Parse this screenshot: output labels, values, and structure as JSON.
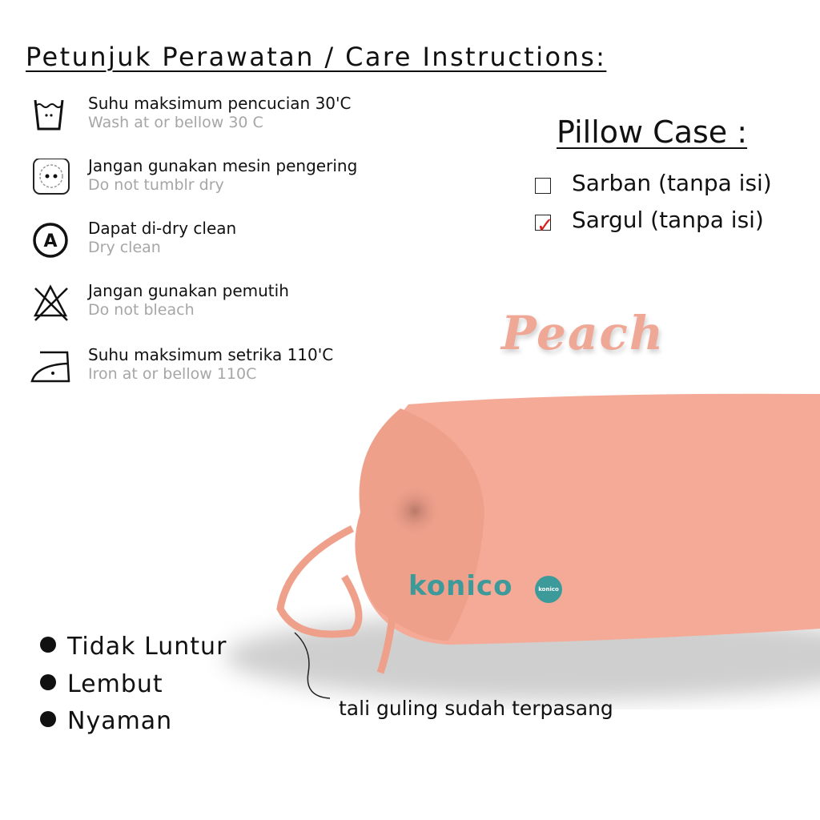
{
  "title": "Petunjuk Perawatan / Care Instructions:",
  "care_items": [
    {
      "icon": "wash-30-icon",
      "main": "Suhu maksimum pencucian 30'C",
      "sub": "Wash at or bellow 30 C"
    },
    {
      "icon": "no-tumble-dry-icon",
      "main": "Jangan gunakan mesin pengering",
      "sub": "Do not tumblr dry"
    },
    {
      "icon": "dry-clean-icon",
      "main": "Dapat di-dry clean",
      "sub": "Dry clean"
    },
    {
      "icon": "no-bleach-icon",
      "main": "Jangan gunakan pemutih",
      "sub": "Do not bleach"
    },
    {
      "icon": "iron-110-icon",
      "main": "Suhu maksimum setrika 110'C",
      "sub": "Iron at or bellow 110C"
    }
  ],
  "pillow_case": {
    "title": "Pillow Case :",
    "options": [
      {
        "label": "Sarban (tanpa isi)",
        "checked": false
      },
      {
        "label": "Sargul (tanpa isi)",
        "checked": true
      }
    ],
    "check_mark": "✓"
  },
  "color_name": "Peach",
  "brand": {
    "name": "konico",
    "badge": "konico"
  },
  "features": [
    "Tidak Luntur",
    "Lembut",
    "Nyaman"
  ],
  "caption": "tali guling sudah terpasang",
  "colors": {
    "pillow": "#f4aa96",
    "brand": "#3c9a9a",
    "check": "#d42020"
  }
}
